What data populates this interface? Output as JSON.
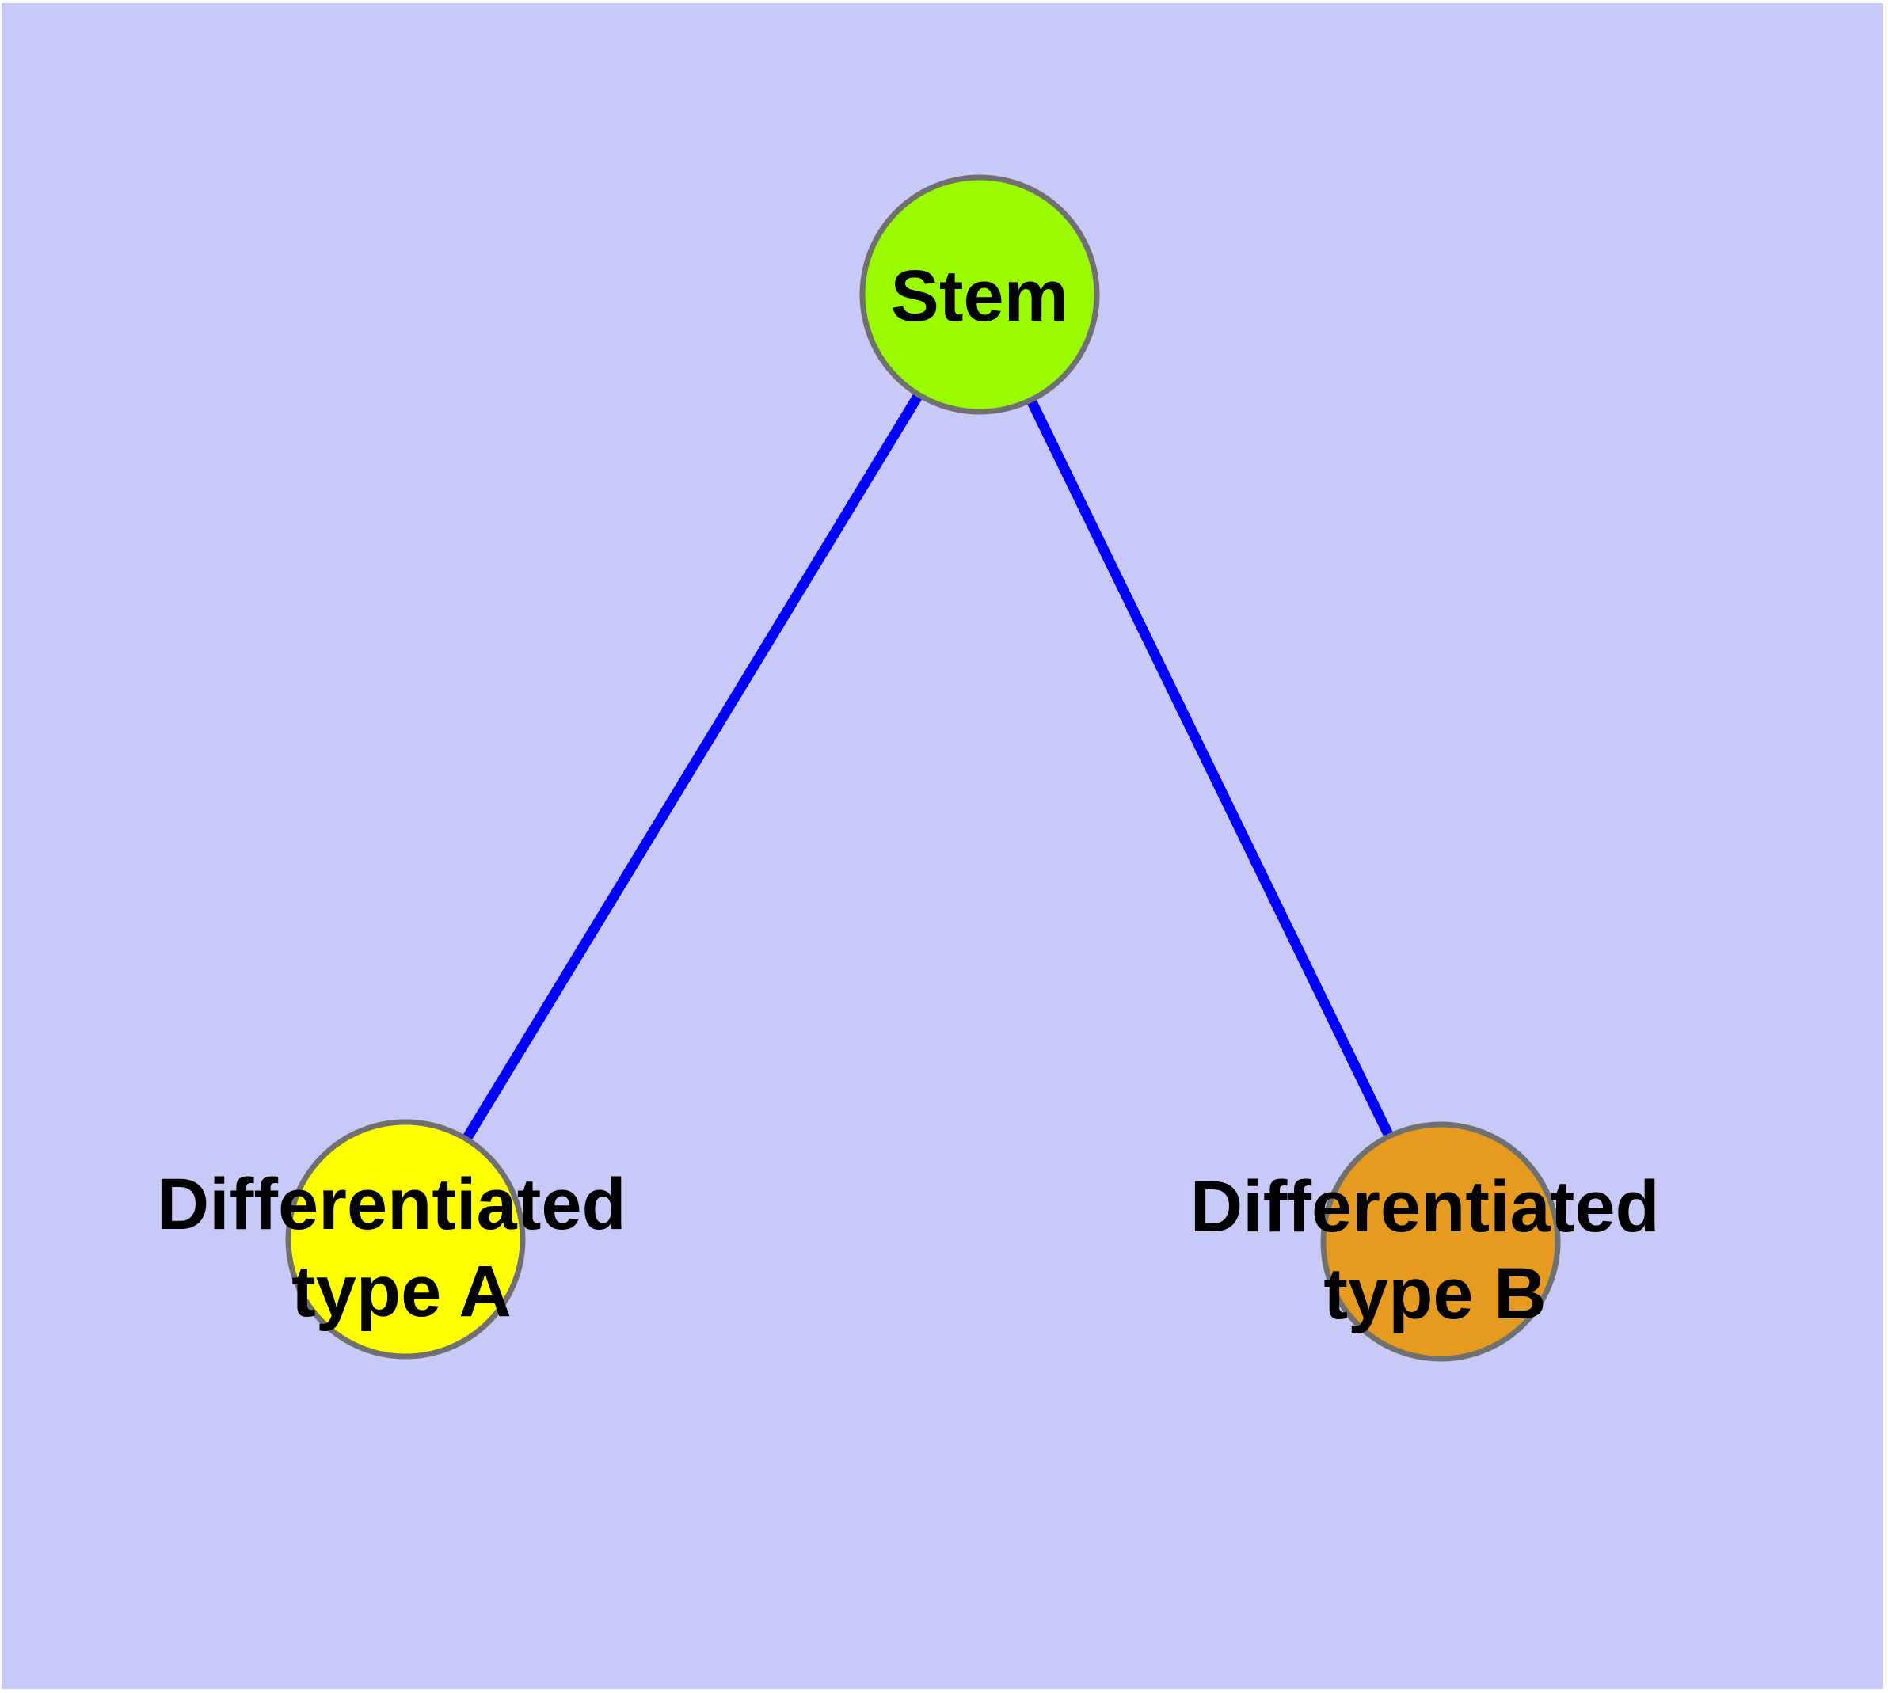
{
  "colors": {
    "background": "#C9C9F8",
    "page-margin": "#FFFFFF",
    "node-border": "#707070",
    "label": "#000000"
  },
  "graph": {
    "nodes": [
      {
        "id": "stem",
        "label": "Stem",
        "fill_color": "#9AFA00"
      },
      {
        "id": "differentiated-type-a",
        "label_lines": [
          "Differentiated",
          "type A"
        ],
        "fill_color": "#FFFF00"
      },
      {
        "id": "differentiated-type-b",
        "label_lines": [
          "Differentiated",
          "type B"
        ],
        "fill_color": "#E59B20"
      }
    ],
    "edges": [
      {
        "from": "stem",
        "to": "differentiated-type-a",
        "color": "#0000FF"
      },
      {
        "from": "stem",
        "to": "differentiated-type-b",
        "color": "#0000FF"
      }
    ]
  }
}
